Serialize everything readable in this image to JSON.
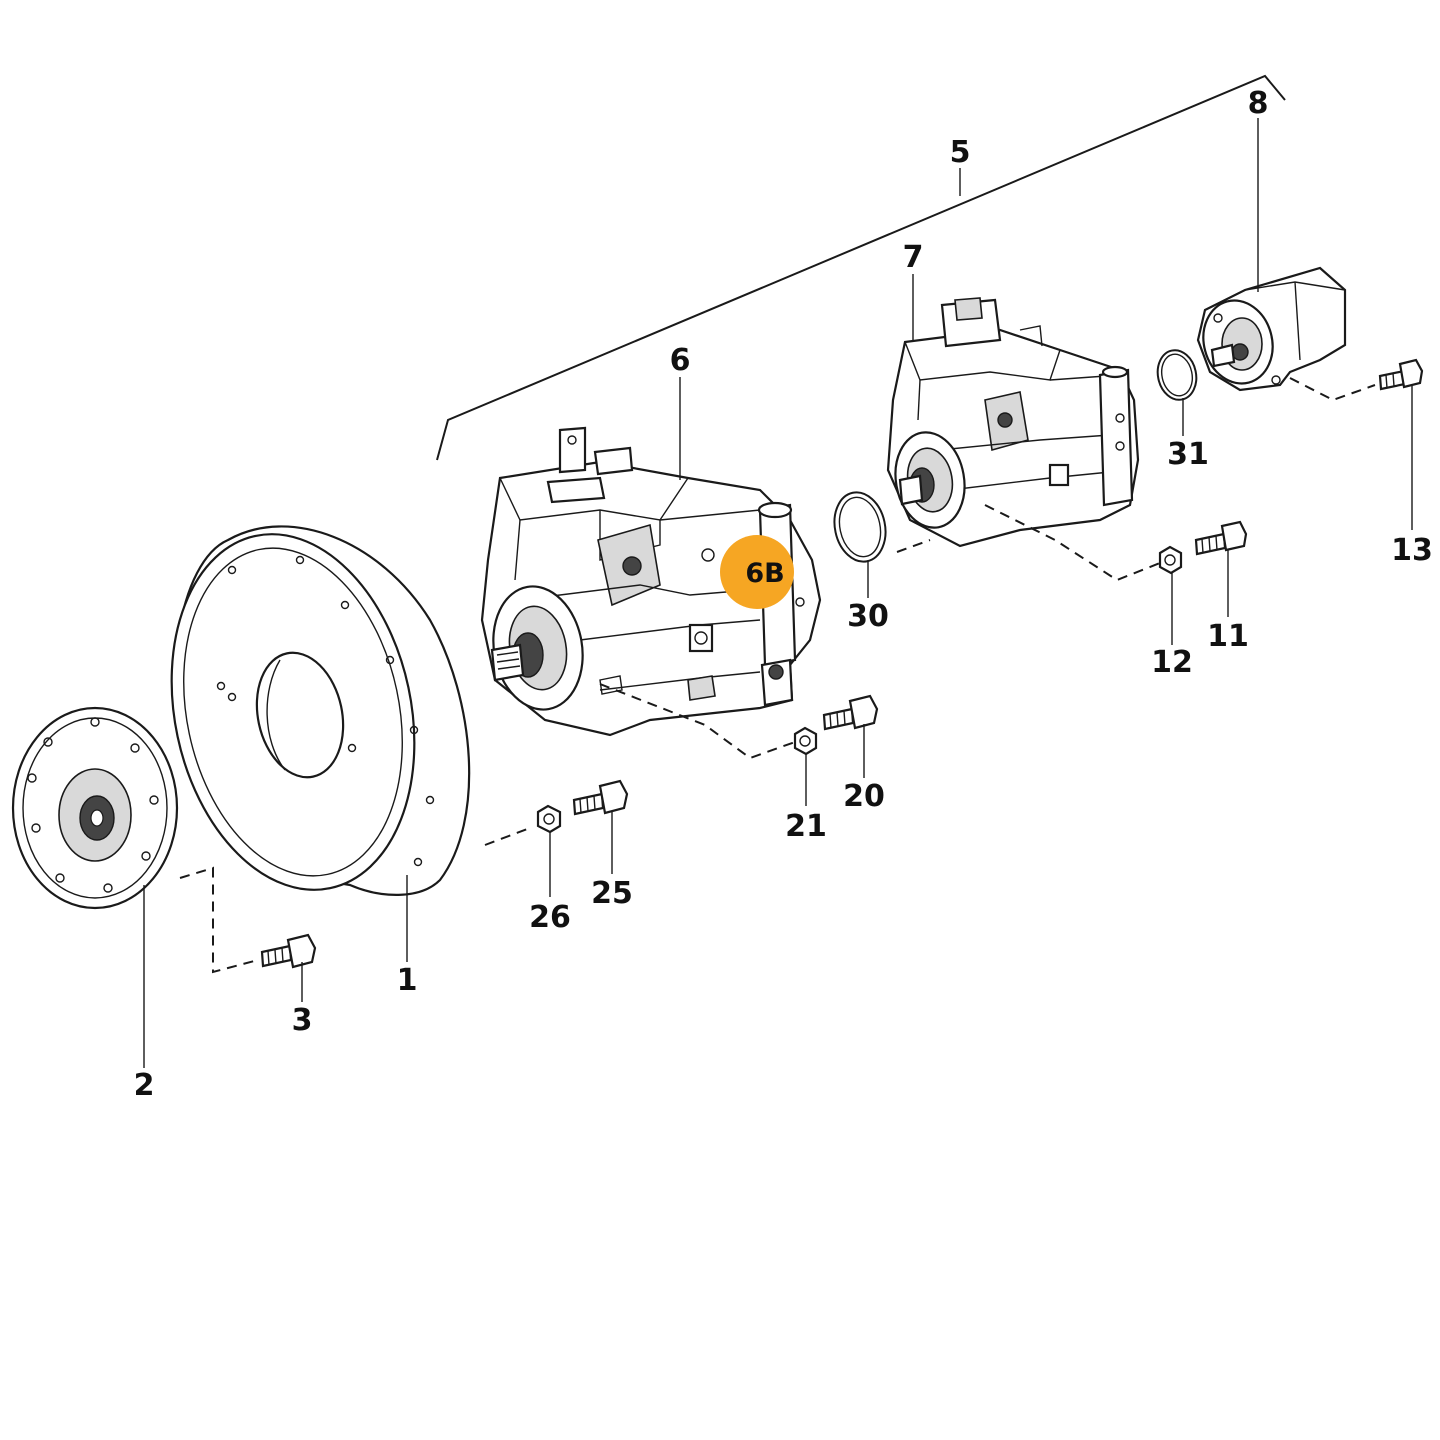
{
  "callouts": {
    "c1": "1",
    "c2": "2",
    "c3": "3",
    "c5": "5",
    "c6": "6",
    "c7": "7",
    "c8": "8",
    "c11": "11",
    "c12": "12",
    "c13": "13",
    "c20": "20",
    "c21": "21",
    "c25": "25",
    "c26": "26",
    "c30": "30",
    "c31": "31"
  },
  "highlight": {
    "label": "6B",
    "color": "#F6A623"
  }
}
